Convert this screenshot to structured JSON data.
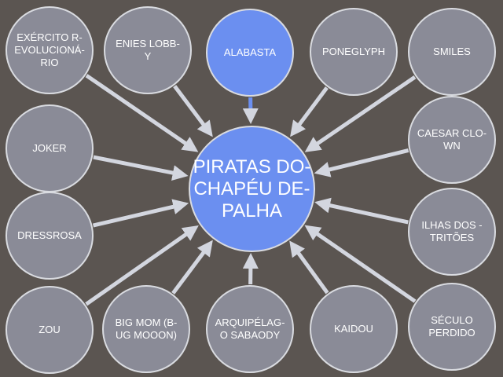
{
  "center": {
    "label": "PIRATAS DO-\nCHAPÉU DE-\nPALHA"
  },
  "nodes": [
    {
      "label": "EXÉRCITO R-\nEVOLUCIONÁ-\nRIO"
    },
    {
      "label": "ENIES LOBB-\nY"
    },
    {
      "label": "ALABASTA"
    },
    {
      "label": "PONEGLYPH"
    },
    {
      "label": "SMILES"
    },
    {
      "label": "JOKER"
    },
    {
      "label": "CAESAR CLO-\nWN"
    },
    {
      "label": "DRESSROSA"
    },
    {
      "label": "ILHAS DOS -\nTRITÕES"
    },
    {
      "label": "ZOU"
    },
    {
      "label": "BIG MOM (B-\nUG MOOON)"
    },
    {
      "label": "ARQUIPÉLAG-\nO SABAODY"
    },
    {
      "label": "KAIDOU"
    },
    {
      "label": "SÉCULO\nPERDIDO"
    }
  ],
  "colors": {
    "background": "#5b5551",
    "node": "#8a8b97",
    "highlight": "#6b8ff0",
    "arrow": "#d3d6df"
  }
}
